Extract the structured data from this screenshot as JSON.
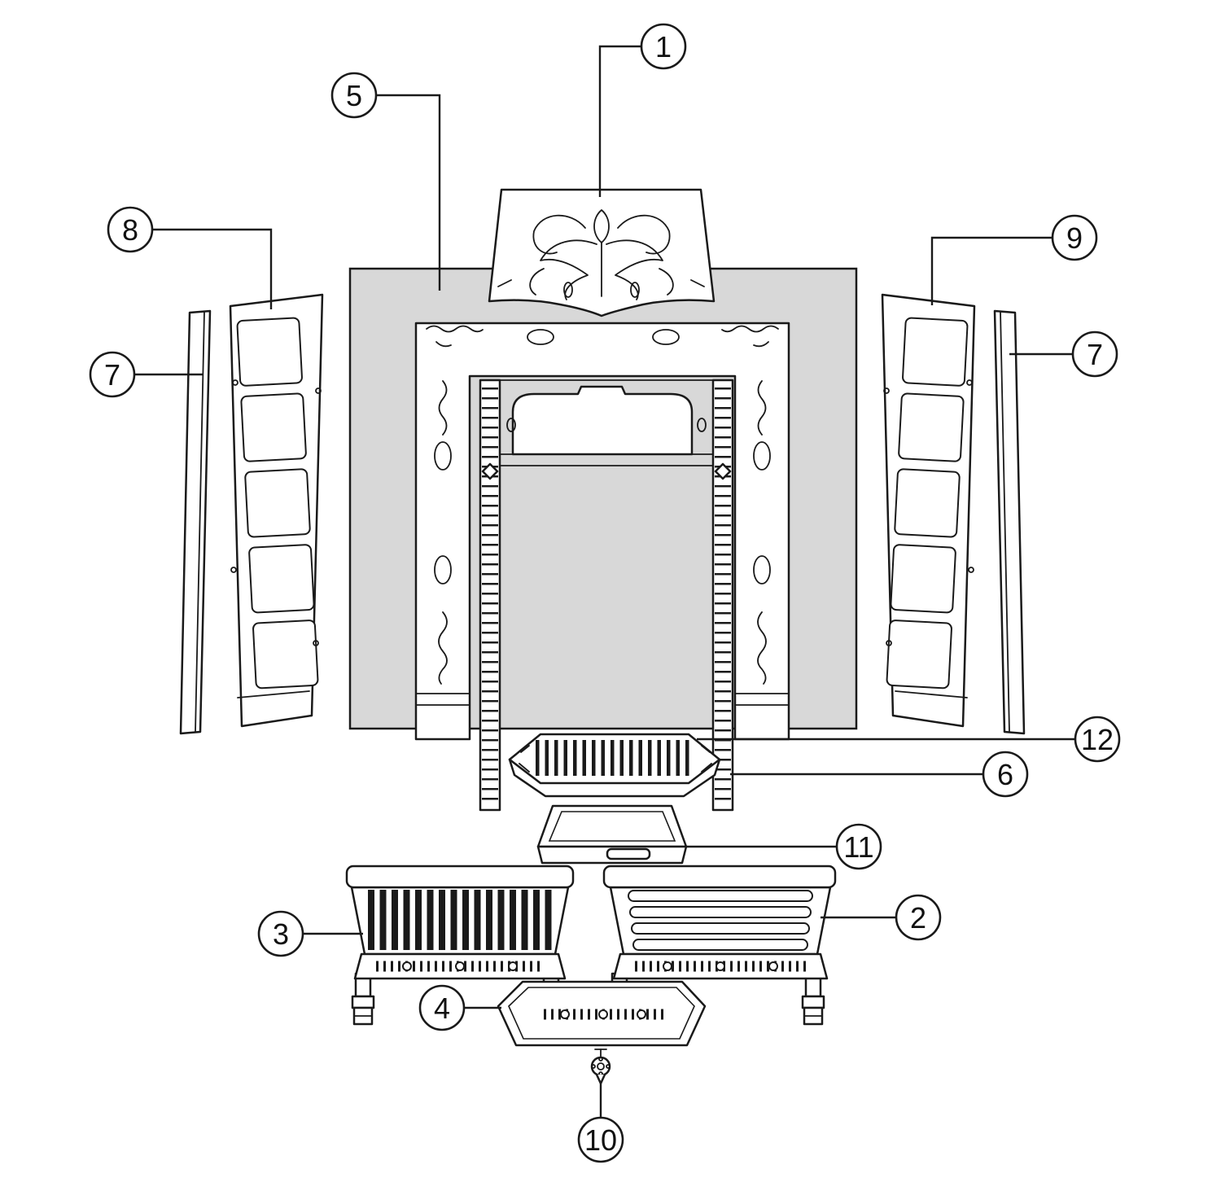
{
  "diagram": {
    "type": "exploded-parts-diagram",
    "subject": "fireplace-insert",
    "colors": {
      "background": "#ffffff",
      "line": "#1a1a1a",
      "panel_fill": "#d8d8d8"
    },
    "callouts": [
      {
        "label": "1",
        "part": "canopy-hood"
      },
      {
        "label": "5",
        "part": "back-panel"
      },
      {
        "label": "8",
        "part": "left-jamb-panel"
      },
      {
        "label": "9",
        "part": "right-jamb-panel"
      },
      {
        "label": "7",
        "part": "left-side-strip"
      },
      {
        "label": "7",
        "part": "right-side-strip"
      },
      {
        "label": "12",
        "part": "fire-grate"
      },
      {
        "label": "6",
        "part": "firebox-inner-frame"
      },
      {
        "label": "11",
        "part": "ash-pan"
      },
      {
        "label": "2",
        "part": "right-fret"
      },
      {
        "label": "3",
        "part": "left-fret"
      },
      {
        "label": "4",
        "part": "front-fender-plate"
      },
      {
        "label": "10",
        "part": "fixing-knob"
      }
    ]
  }
}
